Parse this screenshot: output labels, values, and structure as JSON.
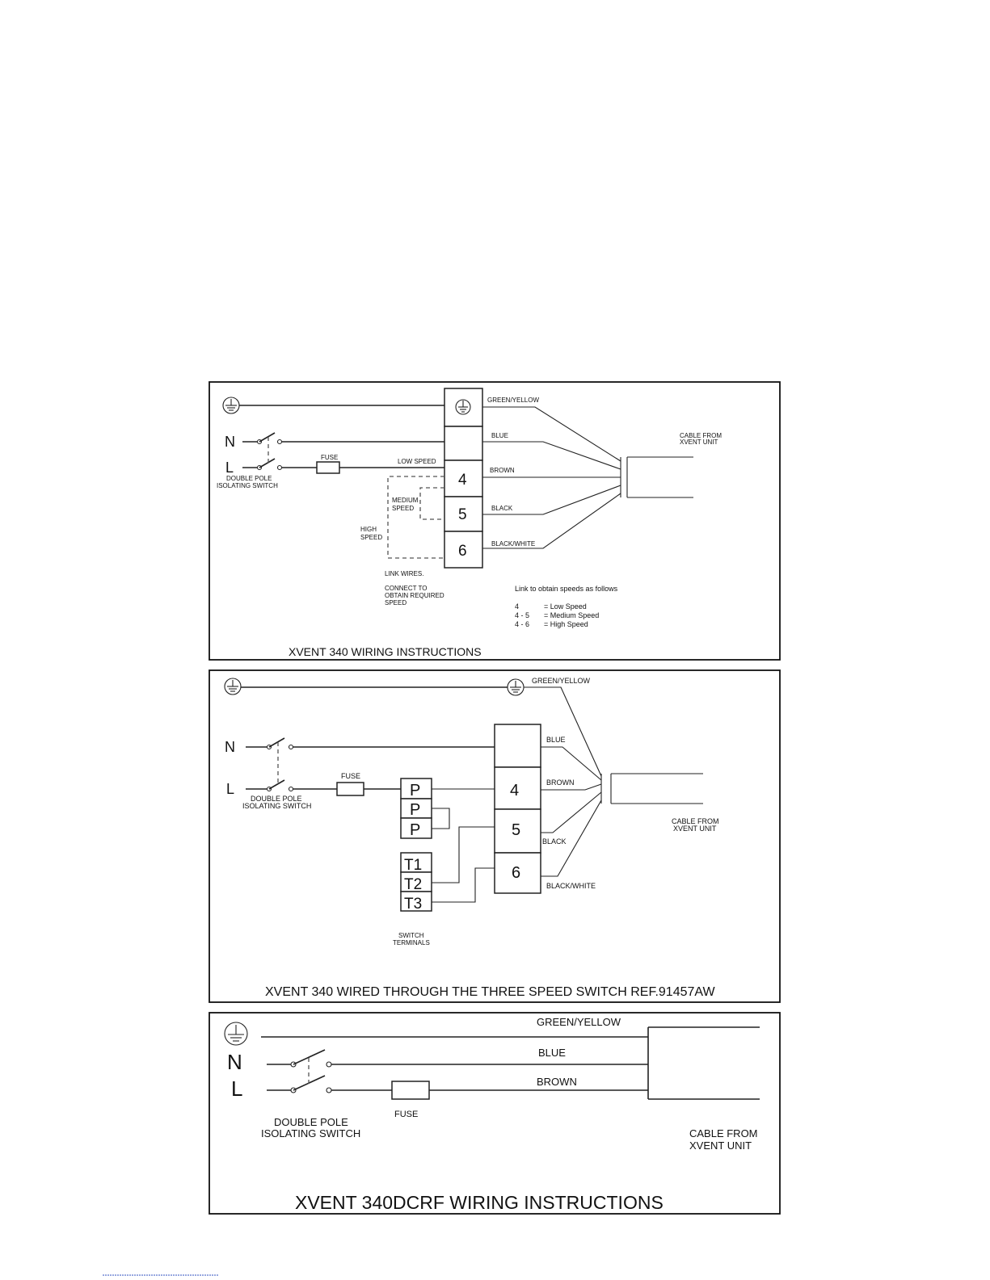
{
  "panel1": {
    "colors": {
      "wire_green_yellow": "#000000"
    },
    "labels": {
      "n": "N",
      "l": "L",
      "fuse": "FUSE",
      "switch_line1": "DOUBLE POLE",
      "switch_line2": "ISOLATING SWITCH",
      "low_speed": "LOW SPEED",
      "medium_line1": "MEDIUM",
      "medium_line2": "SPEED",
      "high_line1": "HIGH",
      "high_line2": "SPEED",
      "link_wires": "LINK WIRES.",
      "connect_line1": "CONNECT TO",
      "connect_line2": "OBTAIN REQUIRED",
      "connect_line3": "SPEED",
      "cable_line1": "CABLE FROM",
      "cable_line2": "XVENT UNIT"
    },
    "terminals": [
      "4",
      "5",
      "6"
    ],
    "wires": [
      "GREEN/YELLOW",
      "BLUE",
      "BROWN",
      "BLACK",
      "BLACK/WHITE"
    ],
    "speed_table": {
      "heading": "Link to obtain speeds as follows",
      "rows": [
        {
          "key": "4",
          "value": "= Low Speed"
        },
        {
          "key": "4 - 5",
          "value": "= Medium Speed"
        },
        {
          "key": "4 - 6",
          "value": "= High Speed"
        }
      ]
    },
    "title": "XVENT 340 WIRING INSTRUCTIONS"
  },
  "panel2": {
    "labels": {
      "n": "N",
      "l": "L",
      "fuse": "FUSE",
      "switch_line1": "DOUBLE POLE",
      "switch_line2": "ISOLATING SWITCH",
      "switch_terminals_line1": "SWITCH",
      "switch_terminals_line2": "TERMINALS",
      "cable_line1": "CABLE FROM",
      "cable_line2": "XVENT UNIT"
    },
    "p_terminals": [
      "P",
      "P",
      "P"
    ],
    "t_terminals": [
      "T1",
      "T2",
      "T3"
    ],
    "terminals": [
      "4",
      "5",
      "6"
    ],
    "wires": [
      "GREEN/YELLOW",
      "BLUE",
      "BROWN",
      "BLACK",
      "BLACK/WHITE"
    ],
    "title": "XVENT 340 WIRED THROUGH THE THREE SPEED SWITCH REF.91457AW"
  },
  "panel3": {
    "labels": {
      "n": "N",
      "l": "L",
      "fuse": "FUSE",
      "switch_line1": "DOUBLE POLE",
      "switch_line2": "ISOLATING SWITCH",
      "cable_line1": "CABLE FROM",
      "cable_line2": "XVENT UNIT"
    },
    "wires": [
      "GREEN/YELLOW",
      "BLUE",
      "BROWN"
    ],
    "title": "XVENT 340DCRF WIRING INSTRUCTIONS"
  }
}
